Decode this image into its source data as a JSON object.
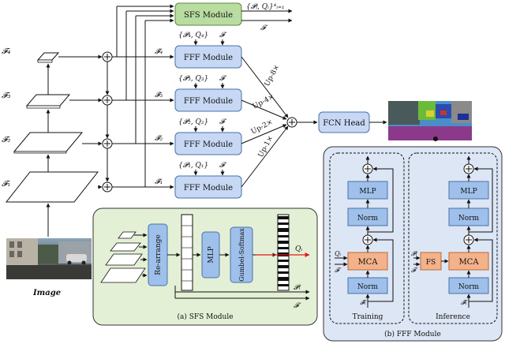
{
  "labels": {
    "f4": "𝓕₄",
    "f3": "𝓕₃",
    "f2": "𝓕₂",
    "f1": "𝓕₁",
    "image": "Image",
    "sfs_module": "SFS Module",
    "sfs_out_top": "{𝓟ᵢ, Qᵢ}⁴ᵢ₌₁",
    "sfs_out_f": "𝓕",
    "fff_module": "FFF Module",
    "fff_in_4": "{𝓟₄, Q₄}",
    "fff_in_3": "{𝓟₃, Q₃}",
    "fff_in_2": "{𝓟₂, Q₂}",
    "fff_in_1": "{𝓟₁, Q₁}",
    "f_cal": "𝓕",
    "fhat_4": "𝓕̂₄",
    "fhat_3": "𝓕̂₃",
    "fhat_2": "𝓕̂₂",
    "fhat_1": "𝓕̂₁",
    "up_8": "Up-8×",
    "up_4": "Up-4×",
    "up_2": "Up-2×",
    "up_1": "Up-1×",
    "fcn_head": "FCN Head",
    "rearrange": "Re-arrange",
    "mlp": "MLP",
    "gumbel": "Gumbel-Softmax",
    "qi": "Qᵢ",
    "pi": "𝓟ᵢ",
    "caption_a": "(a)   SFS Module",
    "caption_b": "(b)   FFF Module",
    "norm": "Norm",
    "mca": "MCA",
    "fs": "FS",
    "training": "Training",
    "inference": "Inference",
    "qi_in": "Qᵢ",
    "pi_in": "𝓟ᵢ",
    "f_in": "𝓕",
    "fhat_i": "𝓕̂ᵢ"
  },
  "colors": {
    "sfs_green": "#b9dca0",
    "sfs_green_border": "#5c8a3c",
    "panel_green": "#e4f0d6",
    "fff_blue": "#c7d8f4",
    "blue_box": "#9fc0ea",
    "blue_border": "#4a72a8",
    "panel_blue": "#dde6f5",
    "mca_orange": "#f4b28a",
    "mca_border": "#b86a3a",
    "qi_red": "#e0191b"
  }
}
